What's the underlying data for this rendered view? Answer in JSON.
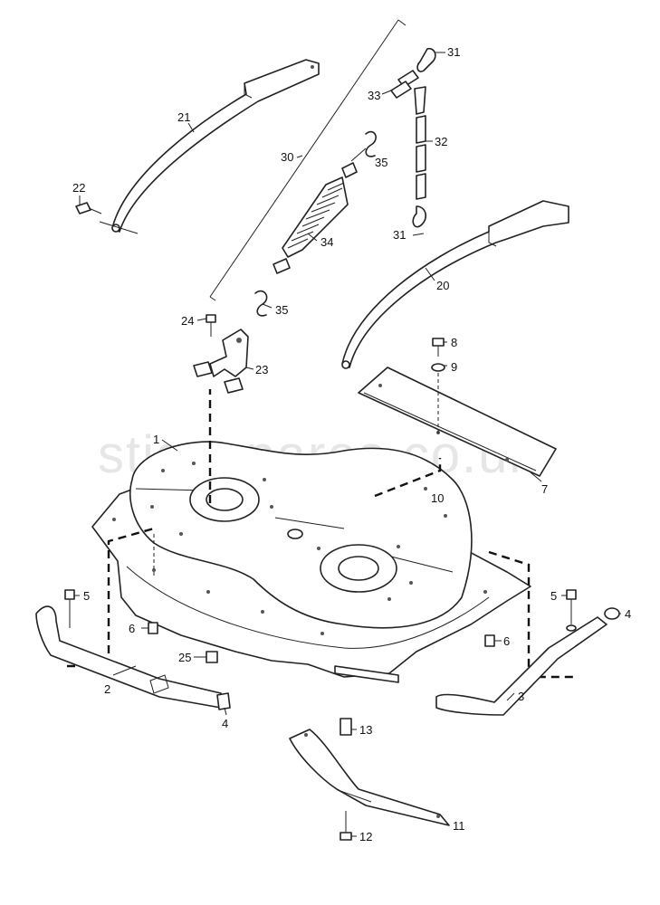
{
  "watermark": "stigaspares.co.uk",
  "callouts": [
    "1",
    "2",
    "3",
    "4",
    "4",
    "5",
    "5",
    "6",
    "6",
    "7",
    "8",
    "9",
    "10",
    "11",
    "12",
    "13",
    "20",
    "21",
    "22",
    "23",
    "24",
    "25",
    "30",
    "31",
    "31",
    "32",
    "33",
    "34",
    "35",
    "35"
  ]
}
